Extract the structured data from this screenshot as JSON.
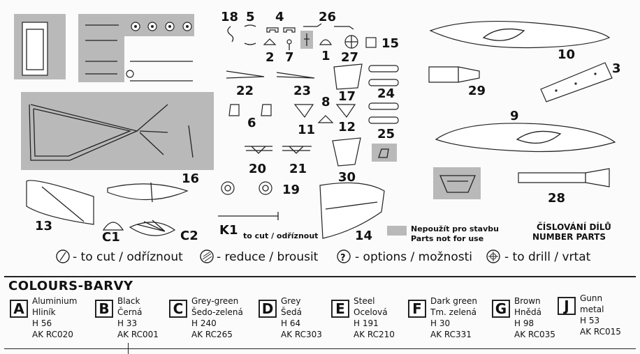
{
  "part_numbers": {
    "p18": "18",
    "p5": "5",
    "p4": "4",
    "p26": "26",
    "p2": "2",
    "p7": "7",
    "p1": "1",
    "p27": "27",
    "p15": "15",
    "p10": "10",
    "p3": "3",
    "p29": "29",
    "p22": "22",
    "p23": "23",
    "p17": "17",
    "p24": "24",
    "p8": "8",
    "p6": "6",
    "p11": "11",
    "p12": "12",
    "p25": "25",
    "p9": "9",
    "p20": "20",
    "p21": "21",
    "p30": "30",
    "p16": "16",
    "p19": "19",
    "p28": "28",
    "p13": "13",
    "p14": "14",
    "pC1": "C1",
    "pC2": "C2",
    "pK1": "K1"
  },
  "notes": {
    "k1_note": "to cut / odříznout",
    "grey_note_line1": "Nepoužít pro stavbu",
    "grey_note_line2": "Parts not for use",
    "title_line1": "ČÍSLOVÁNÍ DÍLŮ",
    "title_line2": "NUMBER PARTS"
  },
  "symbols_legend": [
    {
      "icon": "cut-icon",
      "text": "- to cut / odříznout"
    },
    {
      "icon": "reduce-icon",
      "text": "- reduce / brousit"
    },
    {
      "icon": "question-icon",
      "text": "- options / možnosti"
    },
    {
      "icon": "drill-icon",
      "text": "- to drill / vrtat"
    }
  ],
  "colours": {
    "title": "COLOURS-BARVY",
    "items": [
      {
        "code": "A",
        "line1": "Aluminium",
        "line2": "Hliník",
        "line3": "H 56",
        "line4": "AK RC020"
      },
      {
        "code": "B",
        "line1": "Black",
        "line2": "Černá",
        "line3": "H 33",
        "line4": "AK RC001"
      },
      {
        "code": "C",
        "line1": "Grey-green",
        "line2": "Šedo-zelená",
        "line3": "H 240",
        "line4": "AK RC265"
      },
      {
        "code": "D",
        "line1": "Grey",
        "line2": "Šedá",
        "line3": "H 64",
        "line4": "AK RC303"
      },
      {
        "code": "E",
        "line1": "Steel",
        "line2": "Ocelová",
        "line3": "H 191",
        "line4": "AK RC210"
      },
      {
        "code": "F",
        "line1": "Dark green",
        "line2": "Tm. zelená",
        "line3": "H 30",
        "line4": "AK RC331"
      },
      {
        "code": "G",
        "line1": "Brown",
        "line2": "Hnědá",
        "line3": "H 98",
        "line4": "AK RC035"
      },
      {
        "code": "J",
        "line1": "Gunn",
        "line2": "metal",
        "line3": "H 53",
        "line4": "AK RC015"
      }
    ]
  },
  "palette": {
    "sprue_grey": "#b9b9b9",
    "ink": "#111111"
  }
}
